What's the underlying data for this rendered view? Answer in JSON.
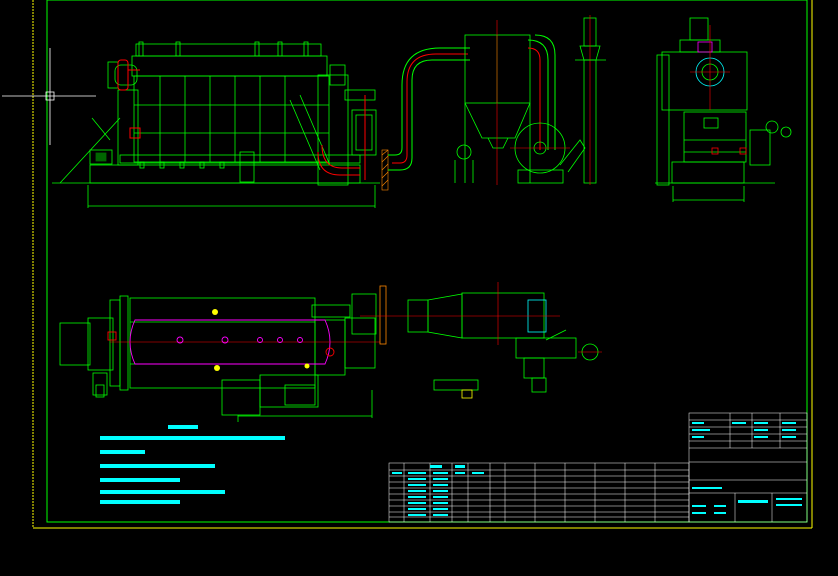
{
  "drawing": {
    "colors": {
      "background": "#000000",
      "frame": "#ffff00",
      "border": "#00ff00",
      "equipment": "#00ff00",
      "centerline": "#ff0000",
      "pipe": "#ff00ff",
      "notes": "#00ffff",
      "text": "#ffffff",
      "hatch": "#ff8800"
    },
    "front_view": {
      "overall_dim": "",
      "side_dim": ""
    },
    "plan_view": {
      "notes_title": "",
      "notes": [
        "",
        "",
        "",
        "",
        "",
        ""
      ]
    },
    "parts_table": {
      "rows": 10,
      "columns": 12
    },
    "title_block": {
      "rows": 6
    }
  }
}
